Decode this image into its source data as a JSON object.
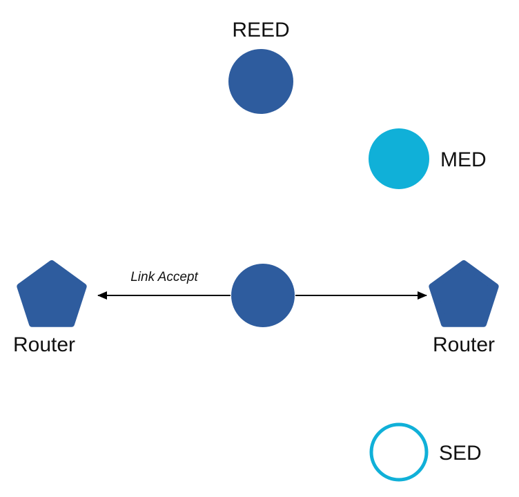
{
  "diagram": {
    "colors": {
      "primary": "#2e5c9e",
      "accent": "#10b0d8",
      "line": "#000000"
    },
    "nodes": {
      "reed": {
        "label": "REED",
        "shape": "filled-circle"
      },
      "med": {
        "label": "MED",
        "shape": "filled-circle"
      },
      "parent": {
        "label": "",
        "shape": "filled-circle"
      },
      "router_left": {
        "label": "Router",
        "shape": "pentagon"
      },
      "router_right": {
        "label": "Router",
        "shape": "pentagon"
      },
      "sed": {
        "label": "SED",
        "shape": "outline-circle"
      }
    },
    "edges": {
      "left_arrow_label": "Link Accept",
      "right_arrow_label": ""
    }
  }
}
